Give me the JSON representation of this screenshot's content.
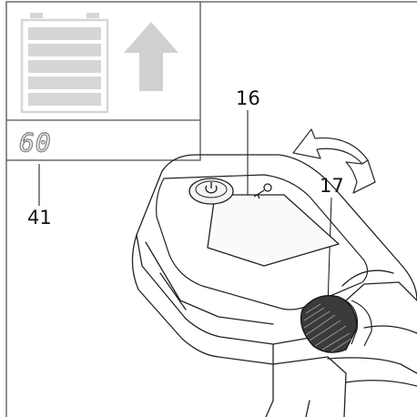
{
  "display": {
    "value": "60",
    "battery_icon": "battery-full-icon",
    "direction_icon": "arrow-up-icon",
    "colors": {
      "frame": "#555555",
      "battery": "#d6d6d6",
      "arrow": "#d0d0d0",
      "digits": "#8c8c8c"
    }
  },
  "callouts": {
    "display_panel": "16",
    "speed_dial": "17",
    "digital_readout": "41"
  },
  "icons": {
    "power": "power-icon",
    "lock": "key-icon",
    "rotation": "rotate-arrow-icon"
  }
}
